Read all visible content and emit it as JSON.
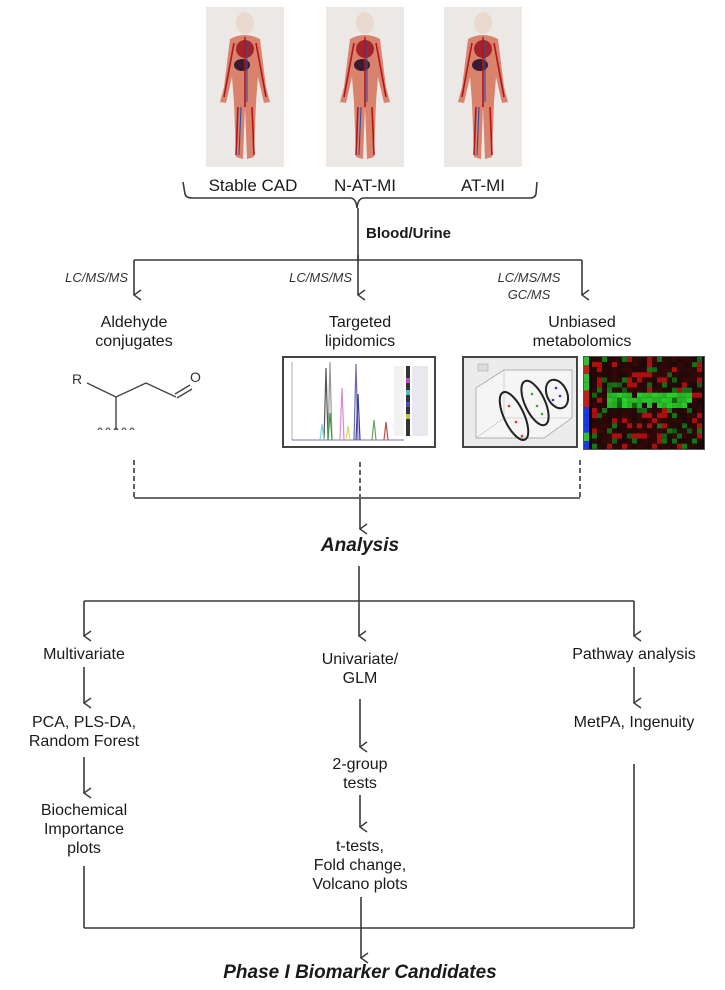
{
  "groups": [
    {
      "label": "Stable CAD",
      "icon": "human-circulatory-system-figure"
    },
    {
      "label": "N-AT-MI",
      "icon": "human-circulatory-system-figure"
    },
    {
      "label": "AT-MI",
      "icon": "human-circulatory-system-figure"
    }
  ],
  "sample": "Blood/Urine",
  "platforms": [
    {
      "method": [
        "LC/MS/MS"
      ],
      "title": [
        "Aldehyde",
        "conjugates"
      ],
      "image": "aldehyde-structure"
    },
    {
      "method": [
        "LC/MS/MS"
      ],
      "title": [
        "Targeted",
        "lipidomics"
      ],
      "image": "chromatogram"
    },
    {
      "method": [
        "LC/MS/MS",
        "GC/MS"
      ],
      "title": [
        "Unbiased",
        "metabolomics"
      ],
      "image": "pca-plot-and-heatmap"
    }
  ],
  "structure": {
    "r_group": "R",
    "oxygen": "O"
  },
  "analysis": "Analysis",
  "branches": {
    "multivariate": {
      "steps": [
        [
          "Multivariate"
        ],
        [
          "PCA, PLS-DA,",
          "Random Forest"
        ],
        [
          "Biochemical",
          "Importance",
          "plots"
        ]
      ]
    },
    "univariate": {
      "steps": [
        [
          "Univariate/",
          "GLM"
        ],
        [
          "2-group",
          "tests"
        ],
        [
          "t-tests,",
          "Fold change,",
          "Volcano plots"
        ]
      ]
    },
    "pathway": {
      "steps": [
        [
          "Pathway analysis"
        ],
        [
          "MetPA, Ingenuity"
        ]
      ]
    }
  },
  "result": "Phase I Biomarker Candidates",
  "colors": {
    "line": "#3a3a3a",
    "heatmap_red": "#c0201e",
    "heatmap_green": "#2fbf2f",
    "heatmap_blue": "#1a3ae0"
  }
}
